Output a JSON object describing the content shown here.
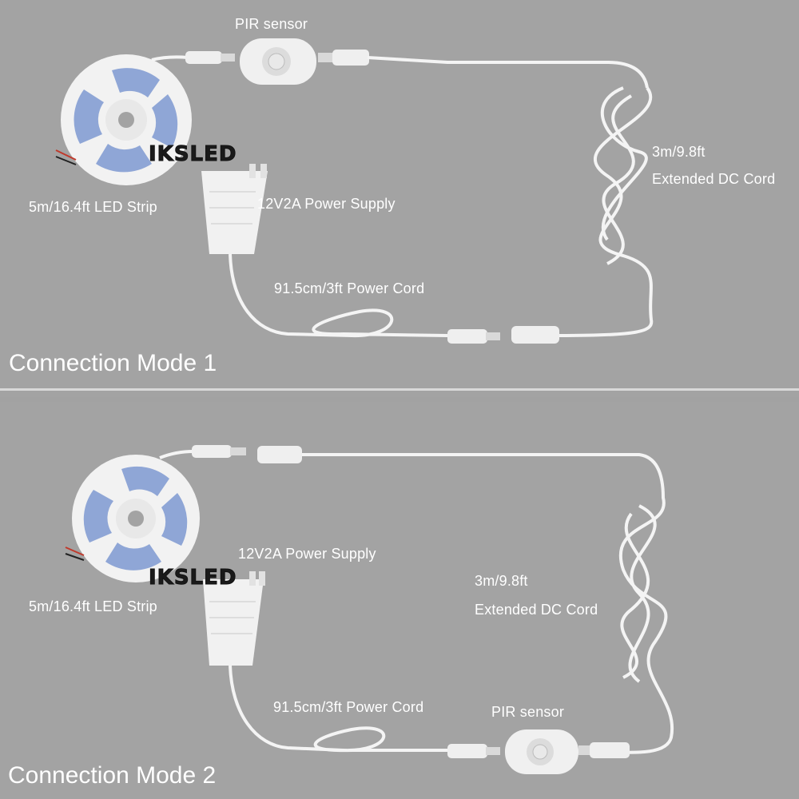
{
  "brand": "IKSLED",
  "mode1": {
    "title": "Connection Mode 1",
    "pir_sensor": "PIR sensor",
    "extended_cord_length": "3m/9.8ft",
    "extended_cord_name": "Extended DC Cord",
    "led_strip": "5m/16.4ft LED Strip",
    "power_supply": "12V2A Power Supply",
    "power_cord": "91.5cm/3ft Power Cord"
  },
  "mode2": {
    "title": "Connection Mode 2",
    "power_supply": "12V2A Power Supply",
    "extended_cord_length": "3m/9.8ft",
    "extended_cord_name": "Extended DC Cord",
    "led_strip": "5m/16.4ft LED Strip",
    "power_cord": "91.5cm/3ft Power Cord",
    "pir_sensor": "PIR sensor"
  },
  "colors": {
    "background": "#a3a3a3",
    "cable": "#f4f4f4",
    "text": "#ffffff",
    "divider": "#d9d9d9",
    "led_blue": "#8fa6d6"
  }
}
